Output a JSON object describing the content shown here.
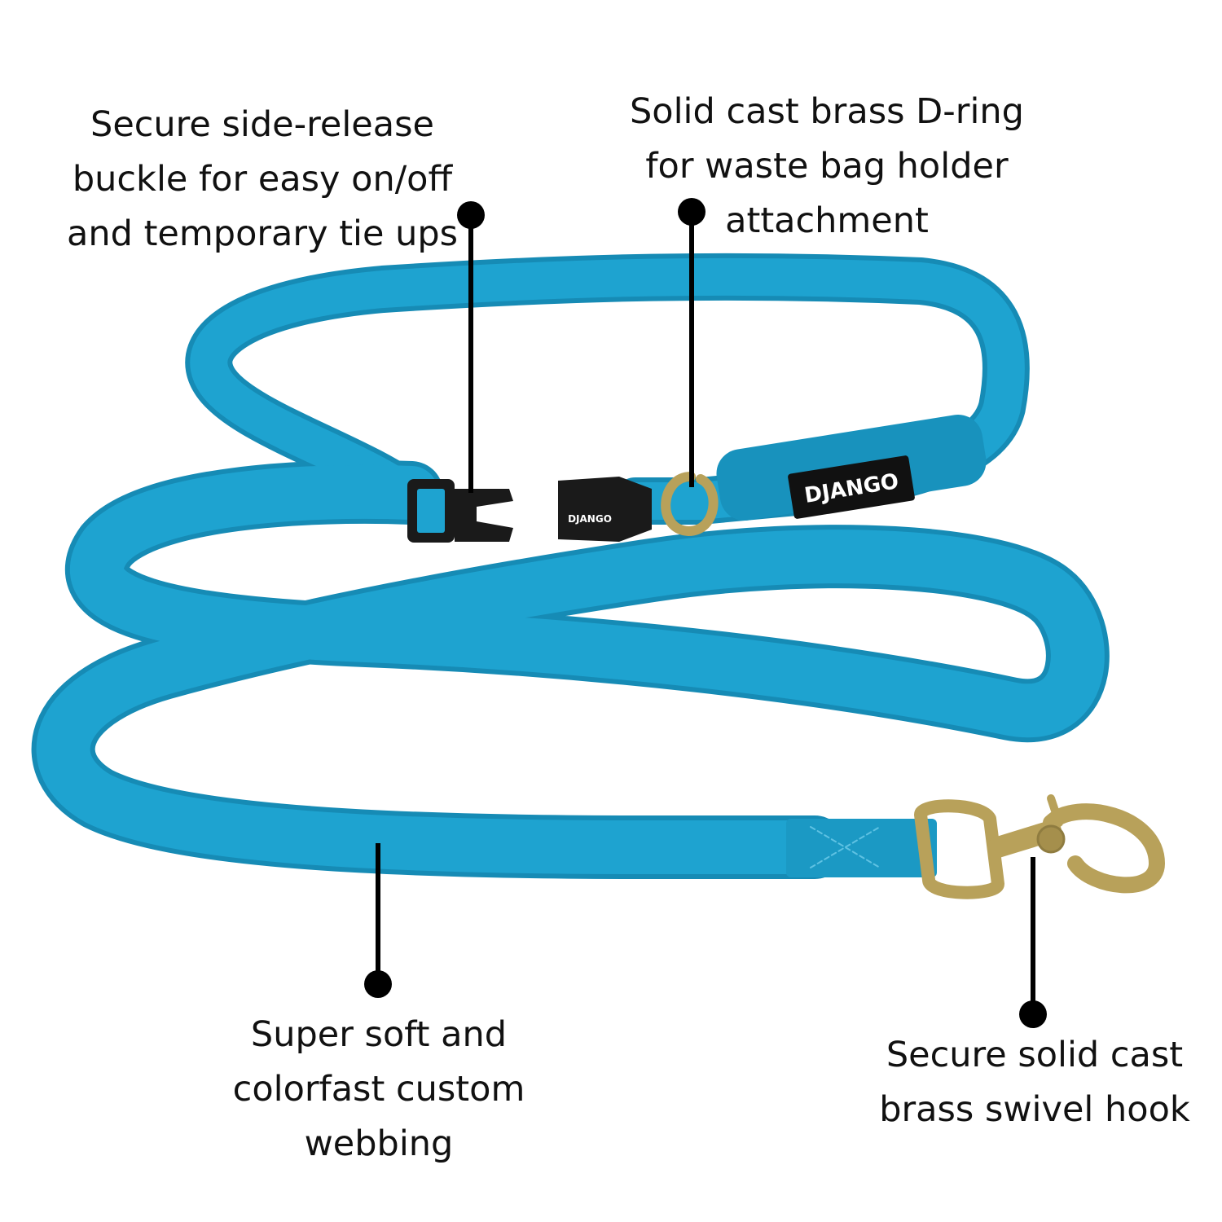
{
  "brand": {
    "collar_label": "DJANGO",
    "buckle_label": "DJANGO"
  },
  "colors": {
    "webbing": "#1ea3d0",
    "webbing_shadow": "#168bb5",
    "brass": "#b8a15a",
    "buckle": "#1a1a1a",
    "text": "#111111"
  },
  "callouts": {
    "buckle": {
      "lines": [
        "Secure side-release",
        "buckle for easy on/off",
        "and temporary tie ups"
      ]
    },
    "dring": {
      "lines": [
        "Solid cast brass D-ring",
        "for waste bag holder",
        "attachment"
      ]
    },
    "webbing": {
      "lines": [
        "Super soft and",
        "colorfast custom",
        "webbing"
      ]
    },
    "hook": {
      "lines": [
        "Secure solid cast",
        "brass swivel hook"
      ]
    }
  }
}
